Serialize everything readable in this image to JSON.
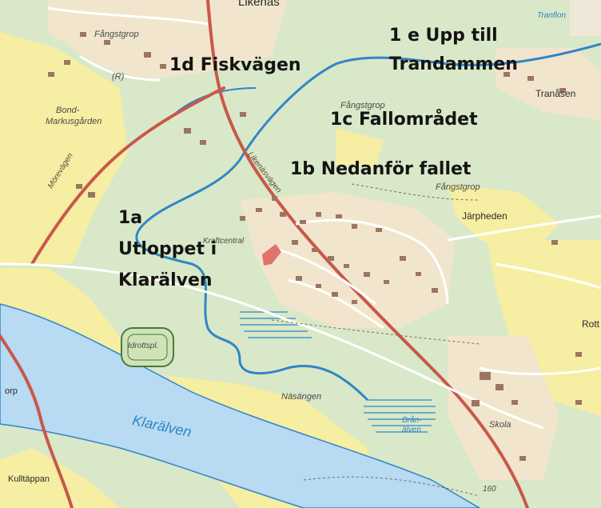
{
  "overlay_labels": {
    "l1a": "1a",
    "l1a_line2": "Utloppet i",
    "l1a_line3": "Klarälven",
    "l1b": "1b Nedanför fallet",
    "l1c": "1c Fallområdet",
    "l1d": "1d Fiskvägen",
    "l1e": "1 e Upp till",
    "l1e_line2": "Trandammen"
  },
  "place_names": {
    "likenas_top": "Likenäs",
    "fangstgrop_nw": "Fångstgrop",
    "fangstgrop_mid": "Fångstgrop",
    "fangstgrop_e": "Fångstgrop",
    "bond": "Bond-",
    "markusgarden": "Markusgården",
    "tranasen": "Tranåsen",
    "jarpheden": "Järpheden",
    "rott": "Rott",
    "idrottspl": "Idrottspl.",
    "nasangen": "Näsängen",
    "skola": "Skola",
    "kulltappan": "Kulltäppan",
    "orp": "orp",
    "num160": "160",
    "kraftcentral": "Kraftcentral",
    "r_symbol": "(R)"
  },
  "road_names": {
    "morevagen": "Mörevägen",
    "likenasvagen": "Likenäsvägen"
  },
  "water_names": {
    "klaralven": "Klarälven",
    "bran": "Brån-",
    "alven": "älven",
    "tranflon": "Tranflon"
  },
  "colors": {
    "forest": "#d9e8c8",
    "open_field": "#f6eea2",
    "settlement": "#f1e5cd",
    "water": "#b8daf3",
    "water_stroke": "#2f86c6",
    "road_major": "#c8584a",
    "road_minor": "#ffffff",
    "building": "#9c7562",
    "highlight_building": "#e3726c"
  }
}
